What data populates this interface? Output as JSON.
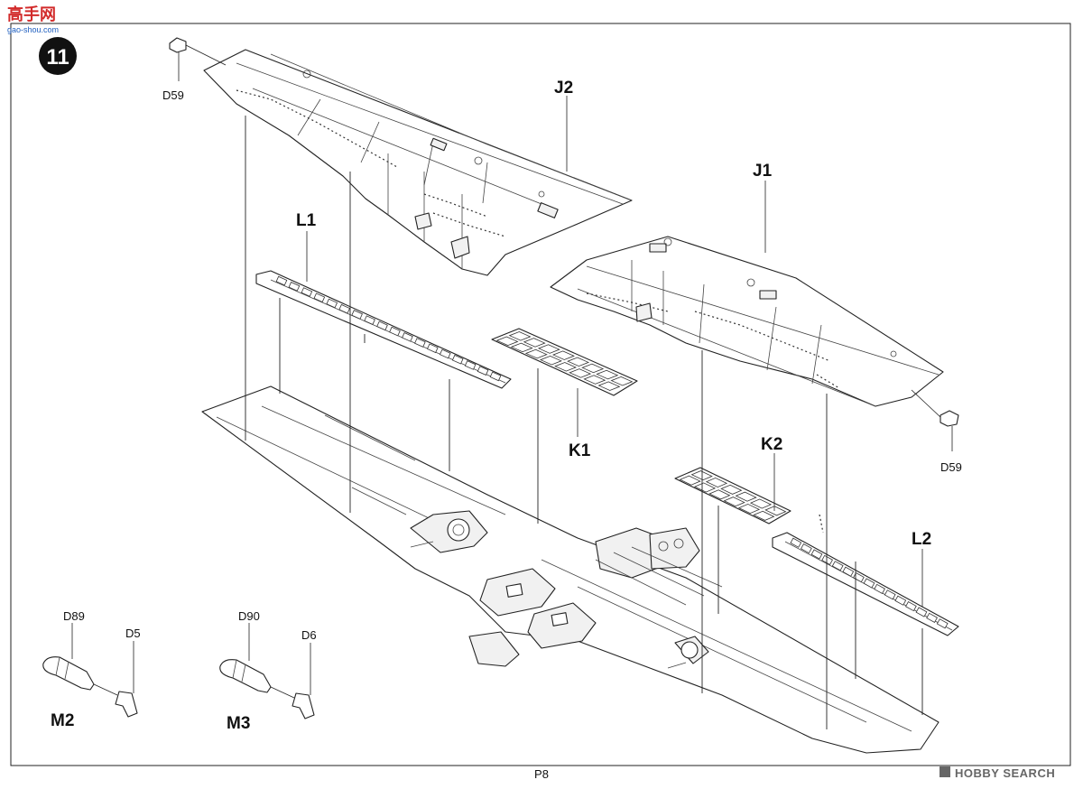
{
  "step_number": "11",
  "page_label": "P8",
  "watermark_top": {
    "cn": "高手网",
    "url": "gao-shou.com"
  },
  "watermark_bottom": {
    "brand": "HOBBY SEARCH"
  },
  "parts": {
    "J2": "J2",
    "J1": "J1",
    "L1": "L1",
    "L2": "L2",
    "K1": "K1",
    "K2": "K2",
    "D59_left": "D59",
    "D59_right": "D59",
    "D89": "D89",
    "D5": "D5",
    "D90": "D90",
    "D6": "D6",
    "M2": "M2",
    "M3": "M3"
  },
  "colors": {
    "ink": "#222222",
    "paper": "#ffffff",
    "logo_red": "#d22b2b",
    "logo_blue": "#1f5fbf"
  }
}
